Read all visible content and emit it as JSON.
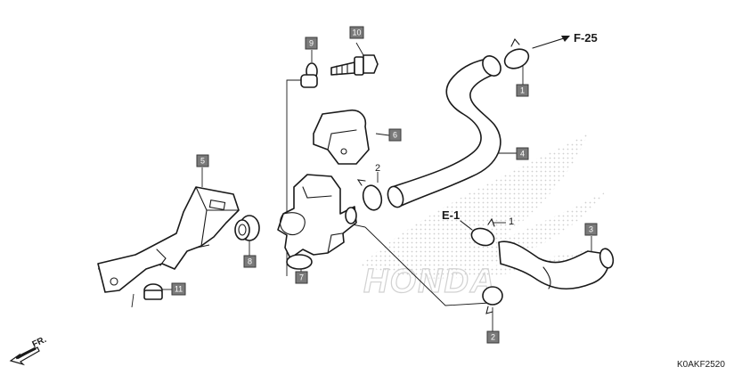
{
  "diagram": {
    "callouts": [
      {
        "id": "c1a",
        "label": "1"
      },
      {
        "id": "c2b",
        "label": "2"
      },
      {
        "id": "c3",
        "label": "3"
      },
      {
        "id": "c4",
        "label": "4"
      },
      {
        "id": "c5",
        "label": "5"
      },
      {
        "id": "c6",
        "label": "6"
      },
      {
        "id": "c7",
        "label": "7"
      },
      {
        "id": "c8",
        "label": "8"
      },
      {
        "id": "c9",
        "label": "9"
      },
      {
        "id": "c10",
        "label": "10"
      },
      {
        "id": "c11",
        "label": "11"
      }
    ],
    "plain_labels": [
      {
        "id": "p2",
        "label": "2"
      },
      {
        "id": "p1",
        "label": "1"
      }
    ],
    "references": {
      "f25": "F-25",
      "e1": "E-1"
    },
    "direction_label": "FR.",
    "diagram_code": "K0AKF2520",
    "watermark": "HONDA"
  }
}
